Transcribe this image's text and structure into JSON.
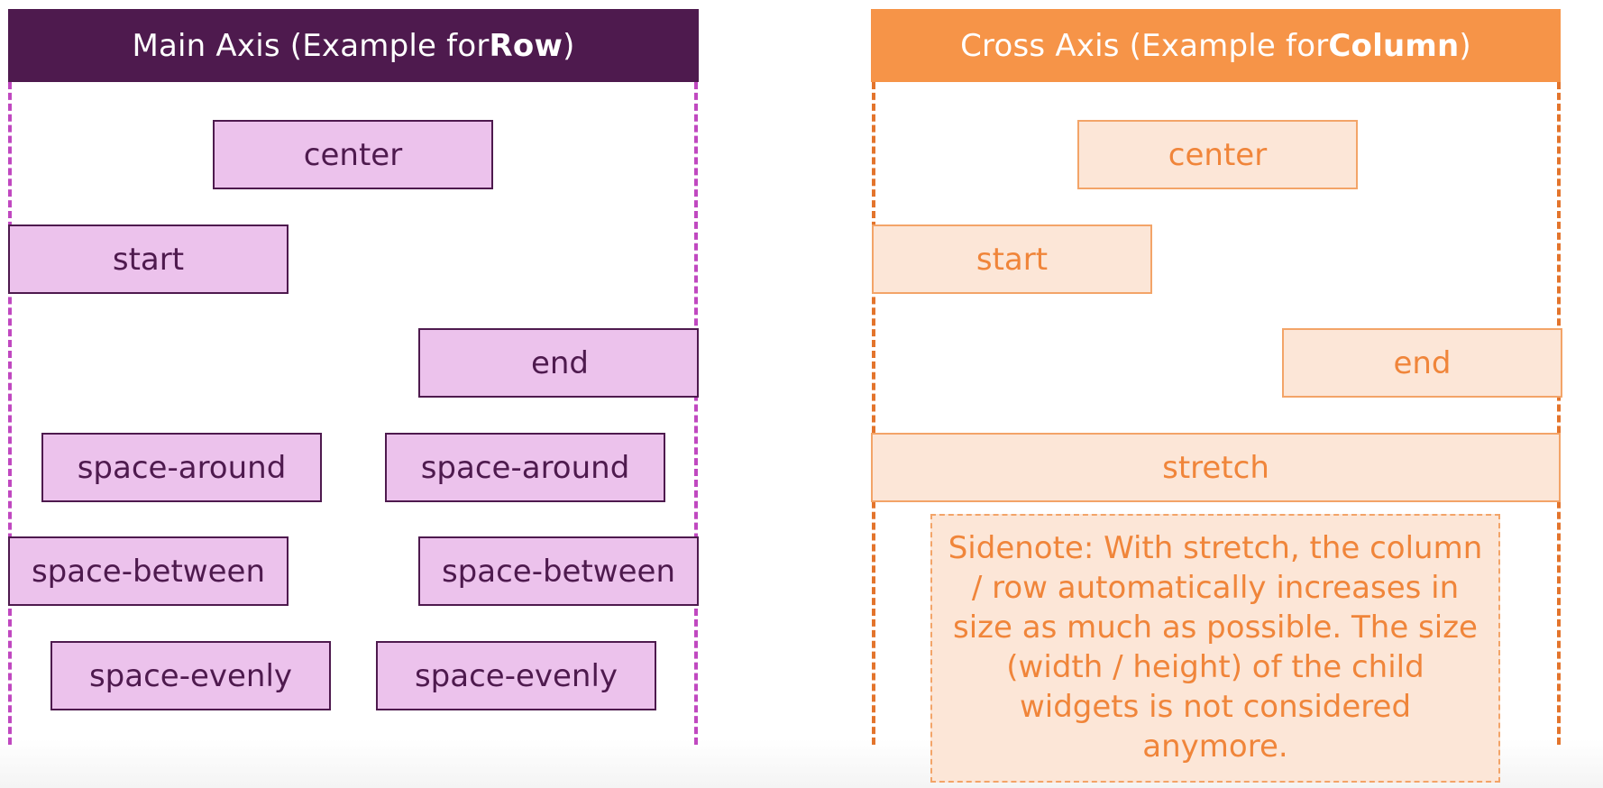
{
  "colors": {
    "main_header_bg": "#4e1a4e",
    "main_box_bg": "#ecc2ec",
    "main_guide": "#c048c0",
    "cross_header_bg": "#f69448",
    "cross_box_bg": "#fce6d7",
    "cross_text": "#f0853a",
    "cross_guide": "#e3742c"
  },
  "main_axis": {
    "title_prefix": "Main Axis (Example for ",
    "title_bold": "Row",
    "title_suffix": ")",
    "rows": {
      "center": "center",
      "start": "start",
      "end": "end",
      "space_around": [
        "space-around",
        "space-around"
      ],
      "space_between": [
        "space-between",
        "space-between"
      ],
      "space_evenly": [
        "space-evenly",
        "space-evenly"
      ]
    }
  },
  "cross_axis": {
    "title_prefix": "Cross Axis (Example for ",
    "title_bold": "Column",
    "title_suffix": ")",
    "rows": {
      "center": "center",
      "start": "start",
      "end": "end",
      "stretch": "stretch"
    },
    "sidenote": "Sidenote: With stretch, the column / row automatically increases in size as much as possible. The size (width / height) of the child widgets is not considered anymore."
  }
}
